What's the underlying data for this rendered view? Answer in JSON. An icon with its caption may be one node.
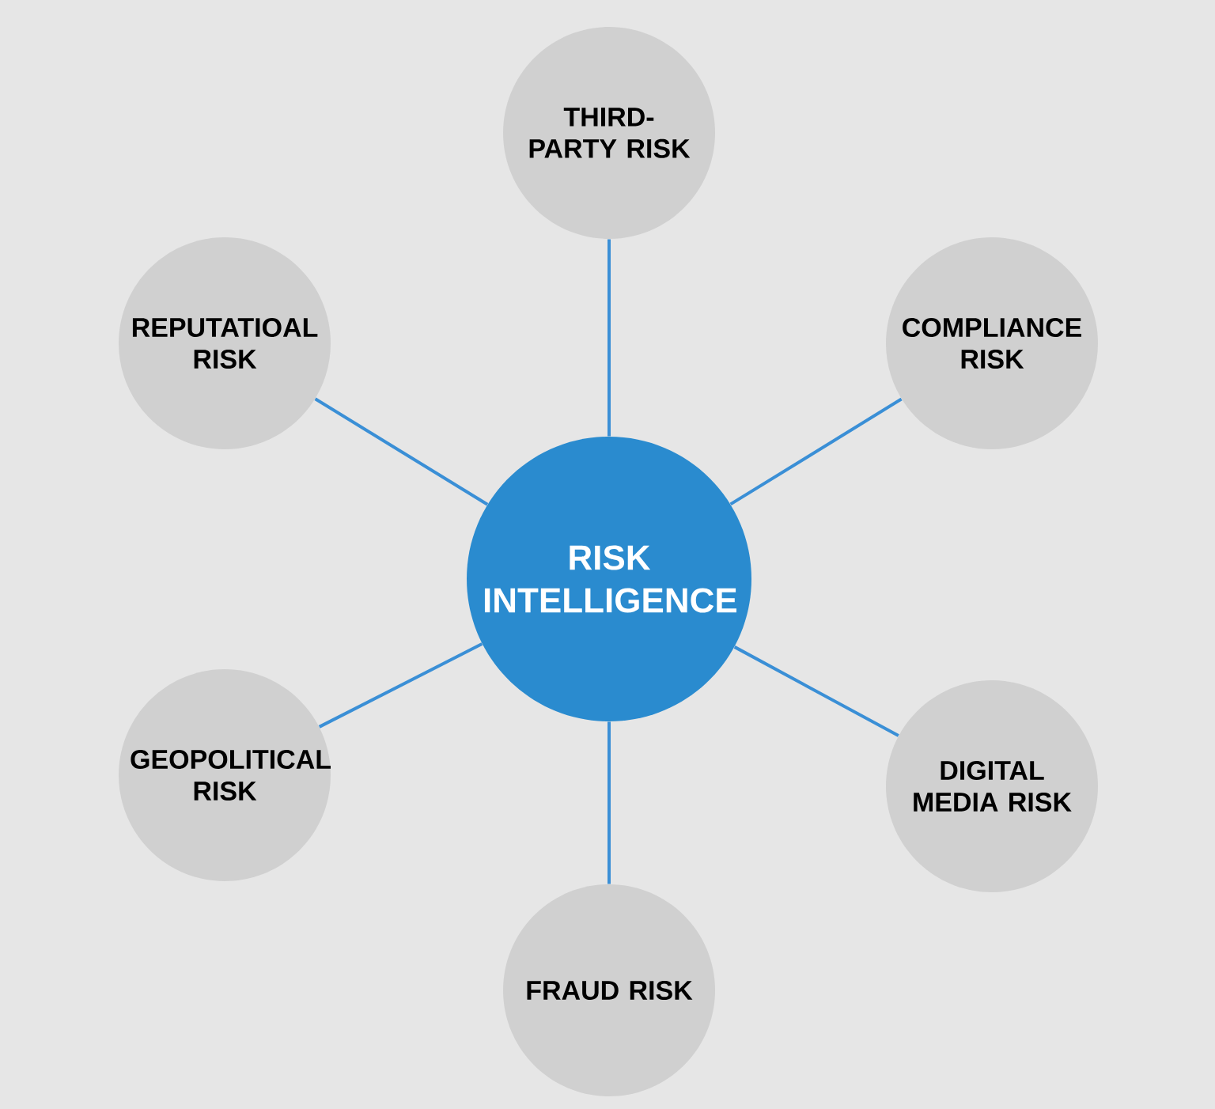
{
  "diagram": {
    "nodes": [
      {
        "text": [
          "THIRD-PARTY RISK"
        ]
      },
      {
        "text": [
          "REPUTATIOAL RISK"
        ]
      },
      {
        "text": [
          "COMPLIANCE RISK"
        ]
      },
      {
        "text": [
          "RISK INTELLIGENCE"
        ]
      },
      {
        "text": [
          "GEOPOLITICAL RISK"
        ]
      },
      {
        "text": [
          "DIGITAL MEDIA RISK"
        ]
      },
      {
        "text": [
          "FRAUD RISK"
        ]
      }
    ],
    "edges": [
      {
        "from": 3,
        "to": 0,
        "arrow": "none"
      },
      {
        "from": 3,
        "to": 1,
        "arrow": "none"
      },
      {
        "from": 3,
        "to": 2,
        "arrow": "none"
      },
      {
        "from": 3,
        "to": 4,
        "arrow": "none"
      },
      {
        "from": 3,
        "to": 5,
        "arrow": "none"
      },
      {
        "from": 3,
        "to": 6,
        "arrow": "none"
      }
    ]
  }
}
